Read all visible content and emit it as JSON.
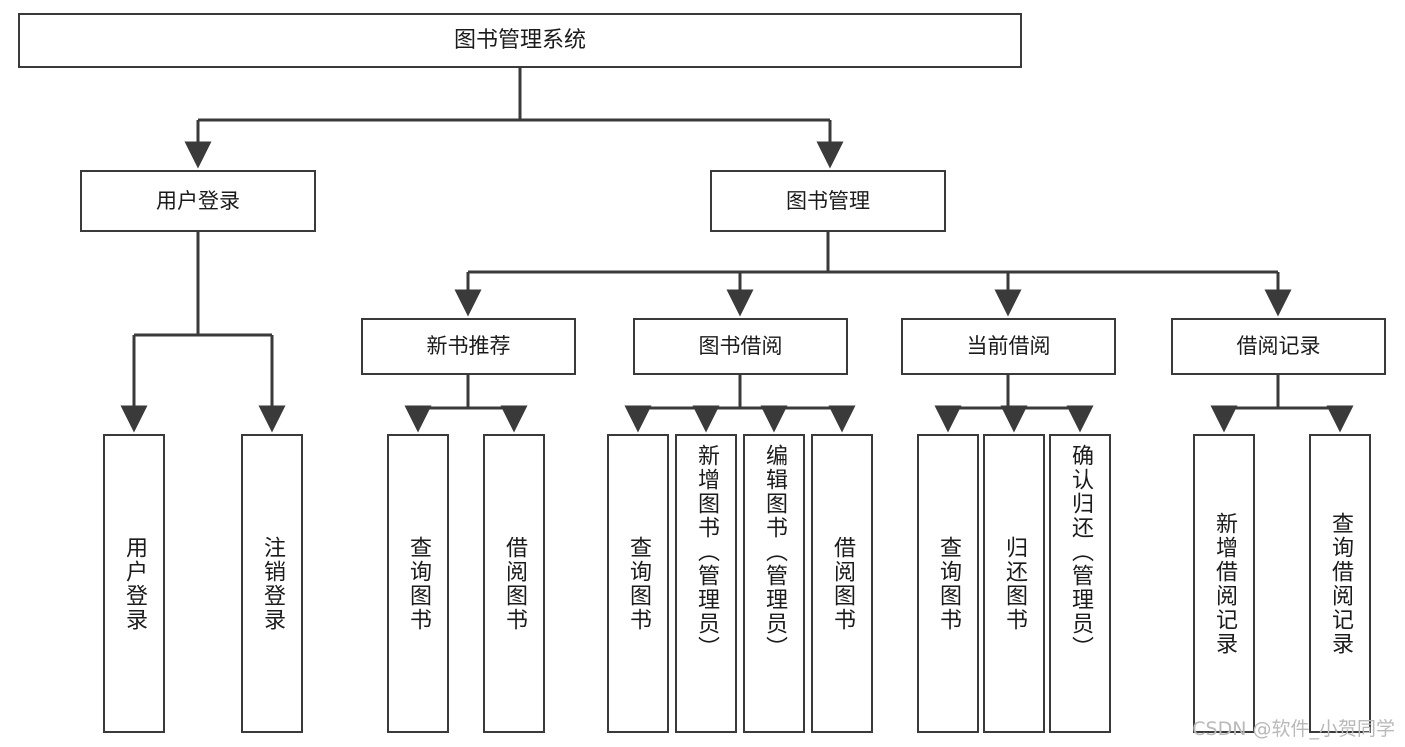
{
  "diagram": {
    "title": "图书管理系统",
    "watermark": "CSDN @软件_小贺同学",
    "root": {
      "label": "图书管理系统"
    },
    "level2": [
      {
        "id": "user-login",
        "label": "用户登录"
      },
      {
        "id": "book-manage",
        "label": "图书管理"
      }
    ],
    "level3": [
      {
        "id": "new-book-recommend",
        "label": "新书推荐"
      },
      {
        "id": "book-borrow",
        "label": "图书借阅"
      },
      {
        "id": "current-borrow",
        "label": "当前借阅"
      },
      {
        "id": "borrow-record",
        "label": "借阅记录"
      }
    ],
    "leaves": {
      "user_login": [
        {
          "id": "leaf-user-login",
          "label": "用户登录"
        },
        {
          "id": "leaf-user-logout",
          "label": "注销登录"
        }
      ],
      "new_book_recommend": [
        {
          "id": "leaf-query-book-1",
          "label": "查询图书"
        },
        {
          "id": "leaf-borrow-book-1",
          "label": "借阅图书"
        }
      ],
      "book_borrow": [
        {
          "id": "leaf-query-book-2",
          "label": "查询图书"
        },
        {
          "id": "leaf-add-book",
          "label": "新增图书（管理员）"
        },
        {
          "id": "leaf-edit-book",
          "label": "编辑图书（管理员）"
        },
        {
          "id": "leaf-borrow-book-2",
          "label": "借阅图书"
        }
      ],
      "current_borrow": [
        {
          "id": "leaf-query-book-3",
          "label": "查询图书"
        },
        {
          "id": "leaf-return-book",
          "label": "归还图书"
        },
        {
          "id": "leaf-confirm-return",
          "label": "确认归还（管理员）"
        }
      ],
      "borrow_record": [
        {
          "id": "leaf-add-borrow-record",
          "label": "新增借阅记录"
        },
        {
          "id": "leaf-query-borrow-record",
          "label": "查询借阅记录"
        }
      ]
    },
    "colors": {
      "stroke": "#3a3a3a",
      "fill": "#ffffff",
      "text": "#1b1b1b",
      "watermark": "#b9b9b9"
    }
  }
}
